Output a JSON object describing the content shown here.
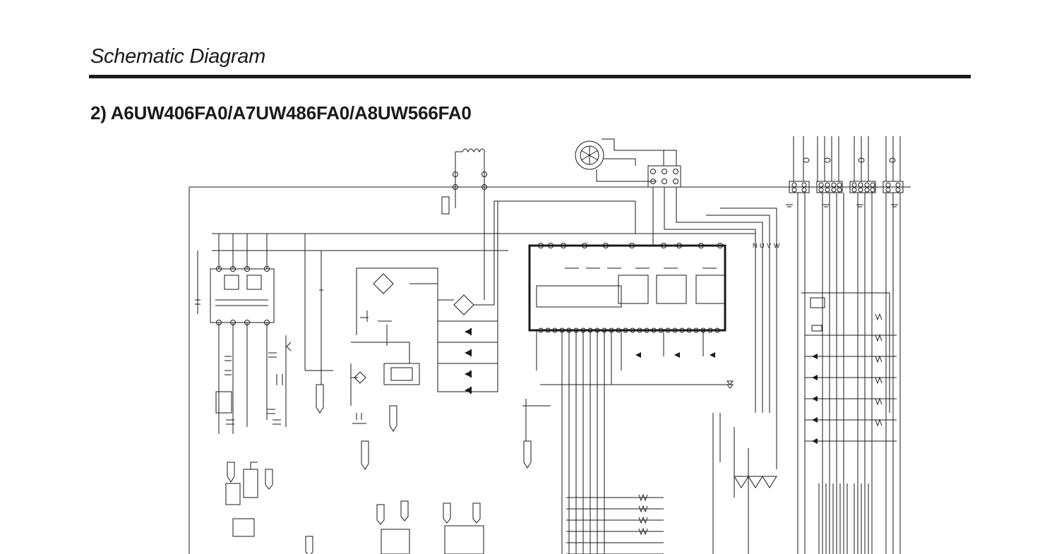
{
  "header": {
    "title": "Schematic Diagram"
  },
  "section": {
    "title": "2) A6UW406FA0/A7UW486FA0/A8UW566FA0"
  },
  "schematic": {
    "phase_labels": [
      "N",
      "U",
      "V",
      "W"
    ],
    "colors": {
      "line": "#1a1a1a",
      "rule": "#1a1a1a"
    }
  }
}
